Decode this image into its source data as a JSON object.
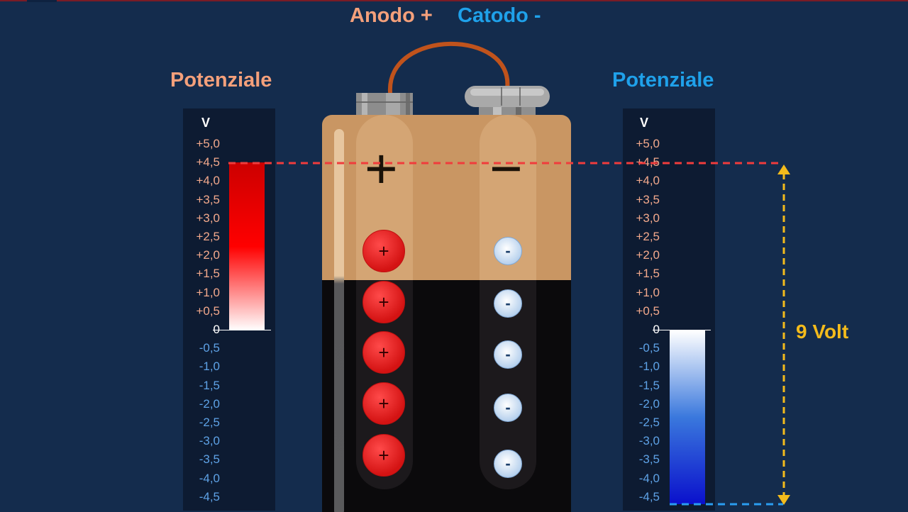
{
  "header": {
    "anode_label": "Anodo +",
    "cathode_label": "Catodo -"
  },
  "left_scale": {
    "title": "Potenziale",
    "unit": "V",
    "level_v": 4.5
  },
  "right_scale": {
    "title": "Potenziale",
    "unit": "V",
    "level_v": -4.5
  },
  "ticks": {
    "positive": [
      "+5,0",
      "+4,5",
      "+4,0",
      "+3,5",
      "+3,0",
      "+2,5",
      "+2,0",
      "+1,5",
      "+1,0",
      "+0,5"
    ],
    "zero": "0",
    "negative": [
      "-0,5",
      "-1,0",
      "-1,5",
      "-2,0",
      "-2,5",
      "-3,0",
      "-3,5",
      "-4,0",
      "-4,5"
    ]
  },
  "battery": {
    "plus_symbol": "+",
    "minus_symbol": "−",
    "positive_ions": 5,
    "negative_ions": 5,
    "ion_plus": "+",
    "ion_minus": "-"
  },
  "voltage": {
    "label": "9 Volt",
    "value_v": 9
  },
  "colors": {
    "background": "#142c4d",
    "scale_bg": "#0d1b32",
    "anode": "#f4a07b",
    "cathode": "#1fa1ea",
    "positive_tick": "#f3a98c",
    "negative_tick": "#5ea2e6",
    "voltage_arrow": "#f3bb1c",
    "red_line": "#f03c3c",
    "blue_line": "#2a9df0",
    "battery_top": "#c99663",
    "battery_bottom": "#0b0a0c",
    "wire": "#c0531c"
  }
}
